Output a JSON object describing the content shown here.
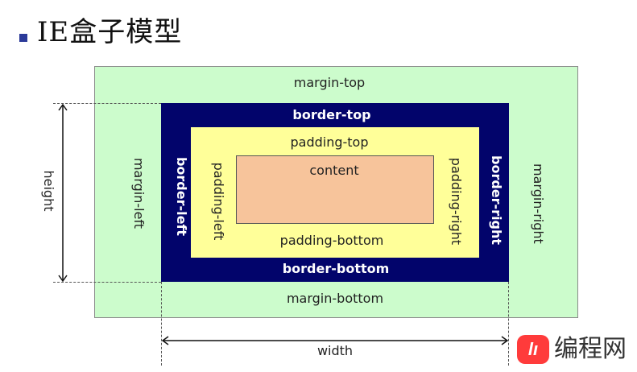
{
  "title": "IE盒子模型",
  "labels": {
    "margin_top": "margin-top",
    "margin_bottom": "margin-bottom",
    "margin_left": "margin-left",
    "margin_right": "margin-right",
    "border_top": "border-top",
    "border_bottom": "border-bottom",
    "border_left": "border-left",
    "border_right": "border-right",
    "padding_top": "padding-top",
    "padding_bottom": "padding-bottom",
    "padding_left": "padding-left",
    "padding_right": "padding-right",
    "content": "content",
    "height": "height",
    "width": "width"
  },
  "watermark": {
    "mark": "lı",
    "text": "编程网"
  },
  "colors": {
    "margin": "#ccfccc",
    "border": "#02046b",
    "padding": "#ffff99",
    "content": "#f7c49b",
    "bullet": "#2b3a99",
    "logo": "#ff3b3b"
  }
}
